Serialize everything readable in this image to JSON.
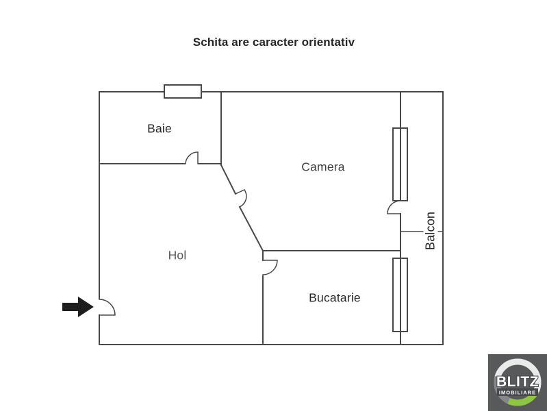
{
  "title": "Schita are caracter orientativ",
  "rooms": {
    "baie": "Baie",
    "camera": "Camera",
    "hol": "Hol",
    "bucatarie": "Bucatarie",
    "balcon": "Balcon"
  },
  "logo": {
    "name": "BLITZ",
    "subtitle": "IMOBILIARE"
  },
  "colors": {
    "wall": "#47484a",
    "text_dark": "#262626",
    "text_gray": "#595959",
    "logo_bg": "#58595b",
    "logo_ring": "#e9eaea",
    "logo_ring_shade": "#85878a",
    "logo_green": "#8dc63f"
  }
}
